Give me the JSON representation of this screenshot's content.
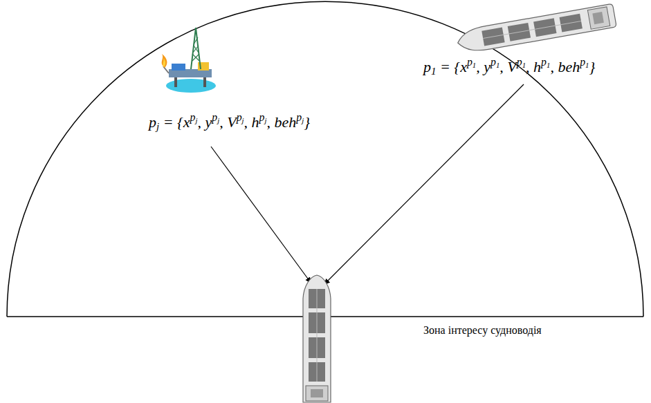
{
  "diagram": {
    "labels": [
      "p1 = {xp1, yp1, Vp1, hp1, behp1}",
      "pj = {xpj, ypj, Vpj, hpj, behpj}",
      "Зона інтересу судноводія"
    ]
  }
}
